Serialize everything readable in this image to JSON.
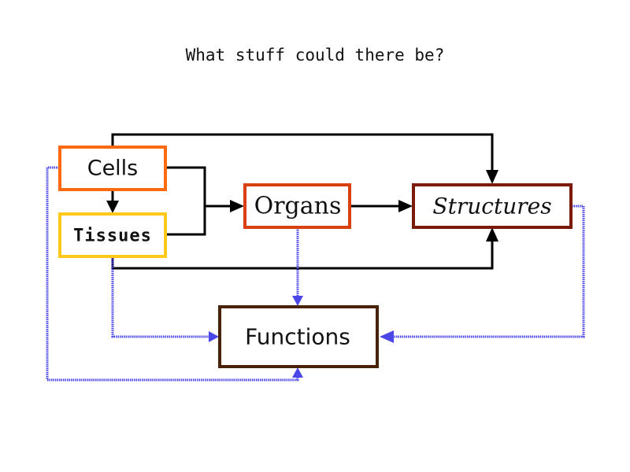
{
  "title": "What stuff could there be?",
  "nodes": {
    "cells": {
      "label": "Cells",
      "border_color": "#ff6a10"
    },
    "tissues": {
      "label": "Tissues",
      "border_color": "#ffc81a"
    },
    "organs": {
      "label": "Organs",
      "border_color": "#d9400f"
    },
    "structures": {
      "label": "Structures",
      "border_color": "#7a1a08"
    },
    "functions": {
      "label": "Functions",
      "border_color": "#4a2208"
    }
  },
  "edges": [
    {
      "from": "cells",
      "to": "tissues",
      "style": "solid",
      "color": "#000000"
    },
    {
      "from": "cells",
      "to": "organs",
      "style": "solid",
      "color": "#000000"
    },
    {
      "from": "tissues",
      "to": "organs",
      "style": "solid",
      "color": "#000000"
    },
    {
      "from": "cells",
      "to": "structures",
      "style": "solid",
      "color": "#000000"
    },
    {
      "from": "tissues",
      "to": "structures",
      "style": "solid",
      "color": "#000000"
    },
    {
      "from": "organs",
      "to": "structures",
      "style": "solid",
      "color": "#000000"
    },
    {
      "from": "cells",
      "to": "functions",
      "style": "dotted",
      "color": "#4a46e8"
    },
    {
      "from": "tissues",
      "to": "functions",
      "style": "dotted",
      "color": "#4a46e8"
    },
    {
      "from": "organs",
      "to": "functions",
      "style": "dotted",
      "color": "#4a46e8"
    },
    {
      "from": "structures",
      "to": "functions",
      "style": "dotted",
      "color": "#4a46e8"
    }
  ]
}
